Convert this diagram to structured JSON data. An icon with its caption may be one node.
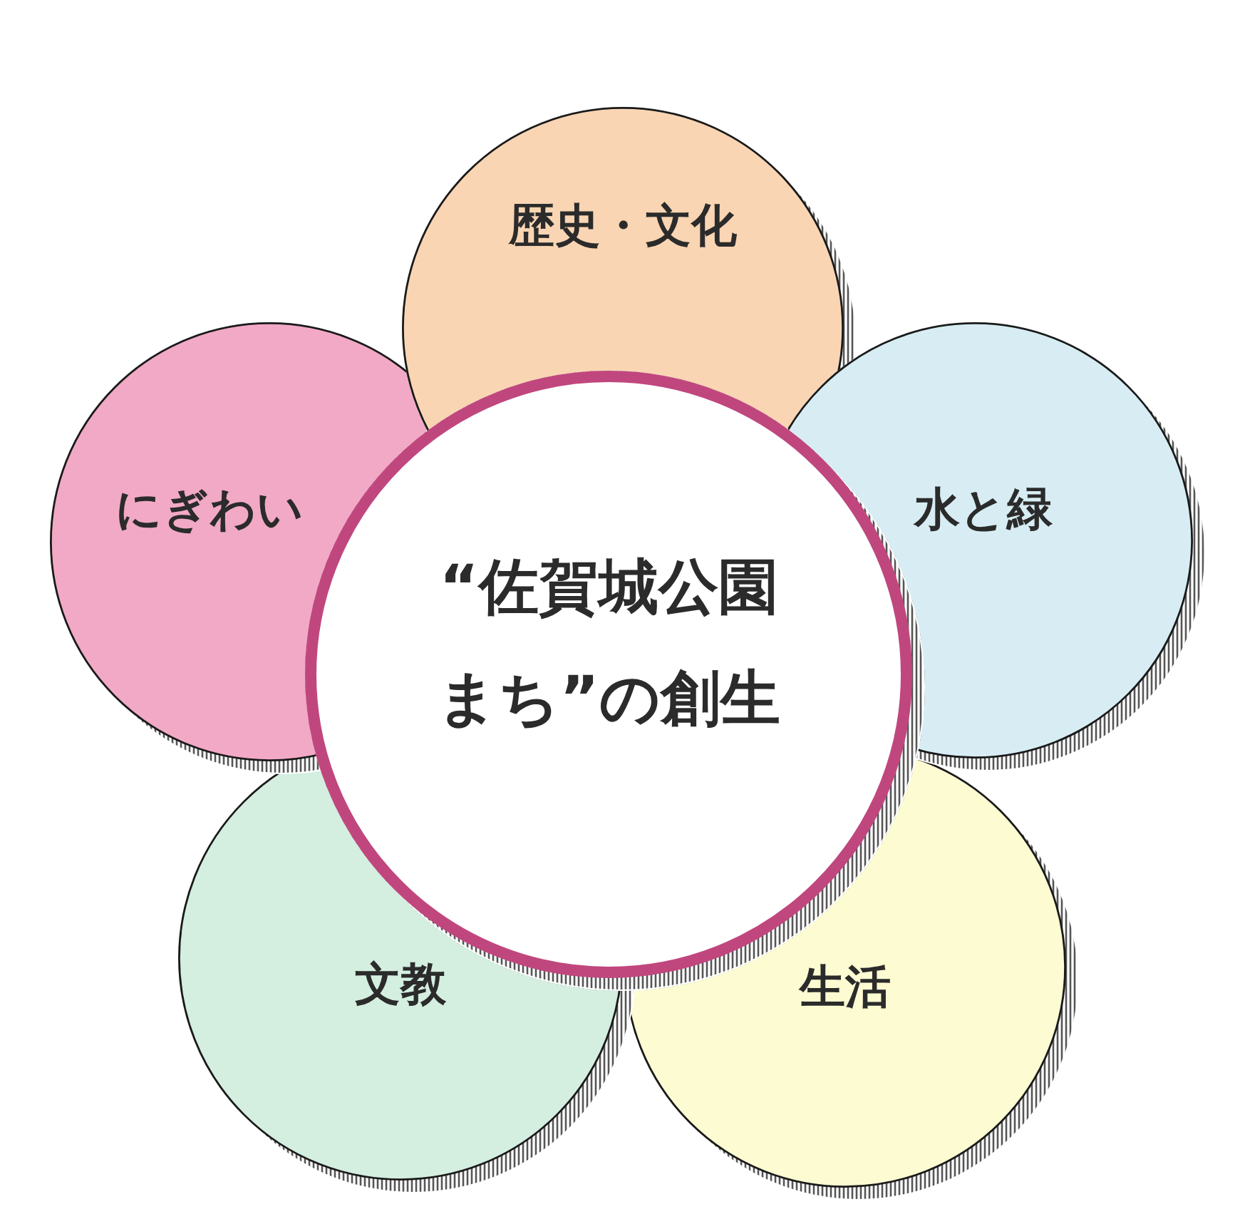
{
  "diagram": {
    "nodes": [
      {
        "text": [
          "“佐賀城公園まち”の創生"
        ]
      },
      {
        "text": [
          "歴史・文化"
        ]
      },
      {
        "text": [
          "水と緑"
        ]
      },
      {
        "text": [
          "生活"
        ]
      },
      {
        "text": [
          "文教"
        ]
      },
      {
        "text": [
          "にぎわい"
        ]
      }
    ]
  }
}
